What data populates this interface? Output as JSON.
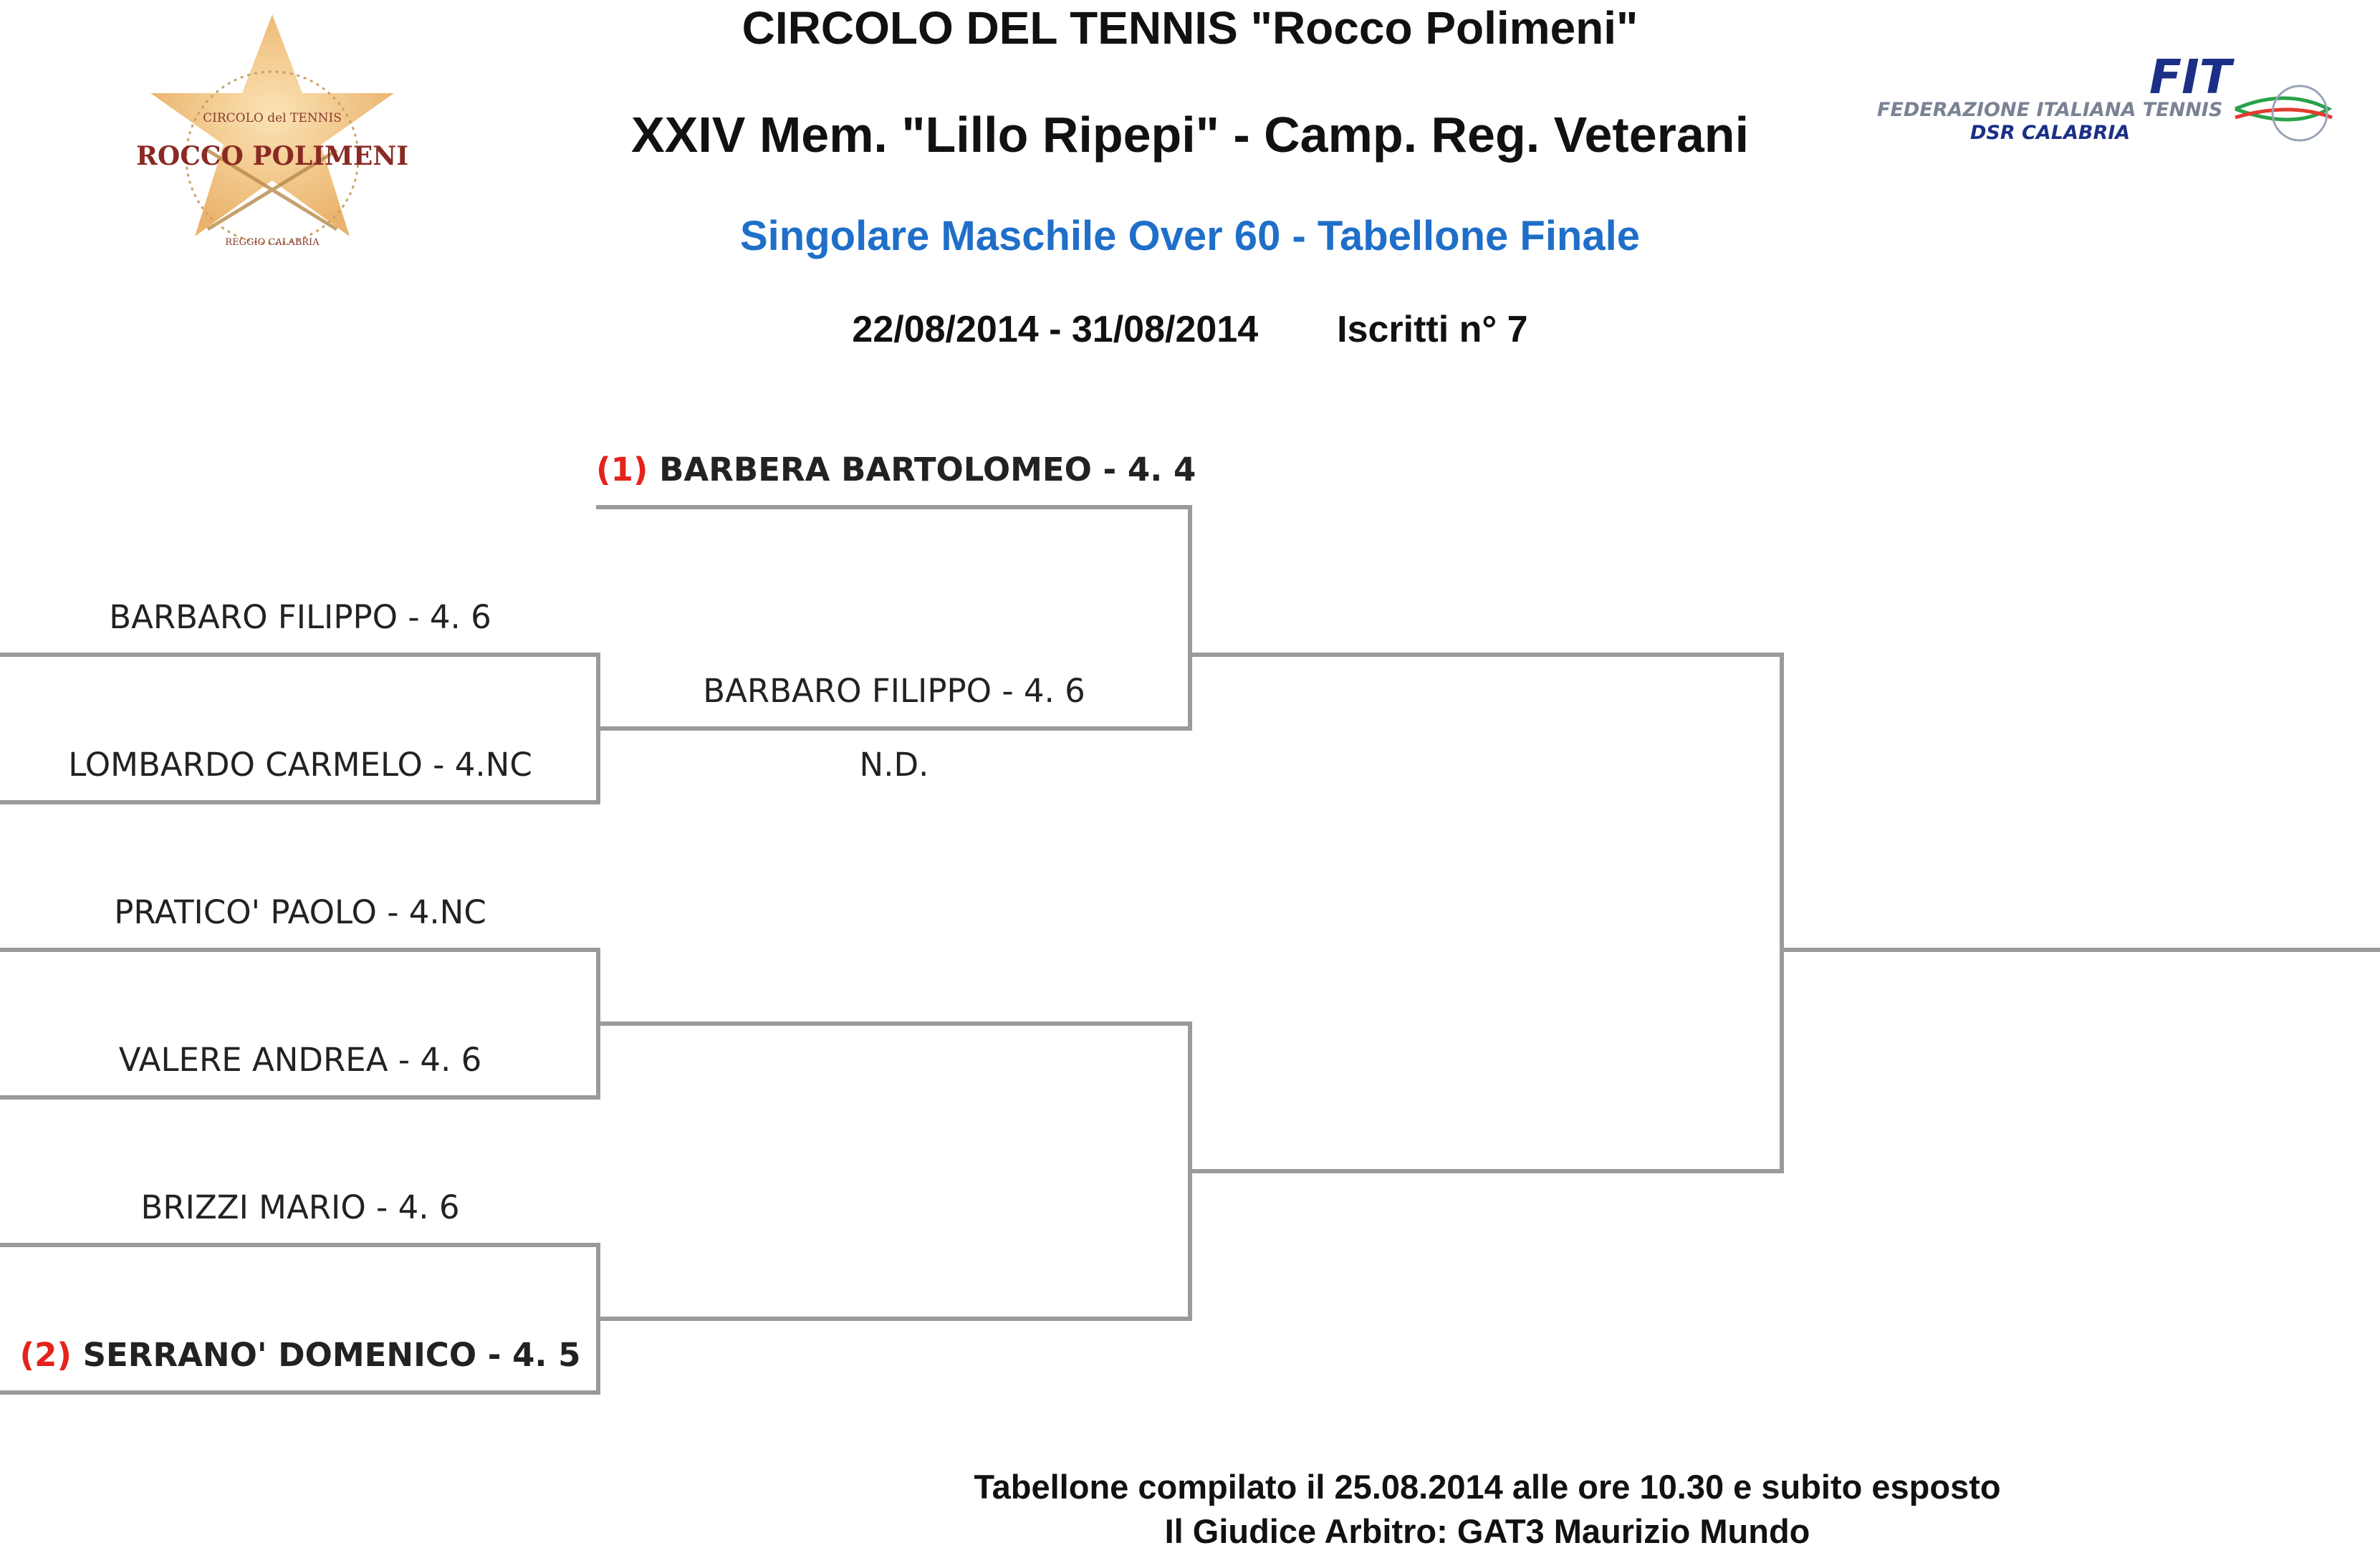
{
  "header": {
    "club": "CIRCOLO DEL TENNIS \"Rocco Polimeni\"",
    "event": "XXIV Mem. \"Lillo Ripepi\"  - Camp. Reg. Veterani",
    "draw": "Singolare Maschile Over 60 - Tabellone Finale",
    "dates": "22/08/2014 - 31/08/2014",
    "entries": "Iscritti n° 7"
  },
  "logos": {
    "left_top": "CIRCOLO del TENNIS",
    "left_main": "ROCCO POLIMENI",
    "left_bottom": "REGGIO CALABRIA",
    "right_main": "FIT",
    "right_line1": "FEDERAZIONE ITALIANA TENNIS",
    "right_line2": "DSR CALABRIA"
  },
  "bracket": {
    "round1": [
      {
        "name": "BARBARO FILIPPO - 4. 6"
      },
      {
        "name": "LOMBARDO CARMELO - 4.NC"
      },
      {
        "name": "PRATICO' PAOLO - 4.NC"
      },
      {
        "name": "VALERE ANDREA - 4. 6"
      },
      {
        "name": "BRIZZI MARIO - 4. 6"
      },
      {
        "seed": "(2)",
        "name": "SERRANO' DOMENICO - 4. 5"
      }
    ],
    "round2": [
      {
        "seed": "(1)",
        "name": "BARBERA BARTOLOMEO - 4. 4"
      },
      {
        "name": "BARBARO FILIPPO - 4. 6"
      },
      {
        "score": "N.D."
      }
    ]
  },
  "footer": {
    "line1": "Tabellone compilato il 25.08.2014 alle ore 10.30 e subito esposto",
    "line2": "Il Giudice Arbitro: GAT3 Maurizio Mundo"
  },
  "colors": {
    "title_blue": "#1f6fc9",
    "seed_red": "#e5231b",
    "bracket_line": "#9a9a9a"
  }
}
